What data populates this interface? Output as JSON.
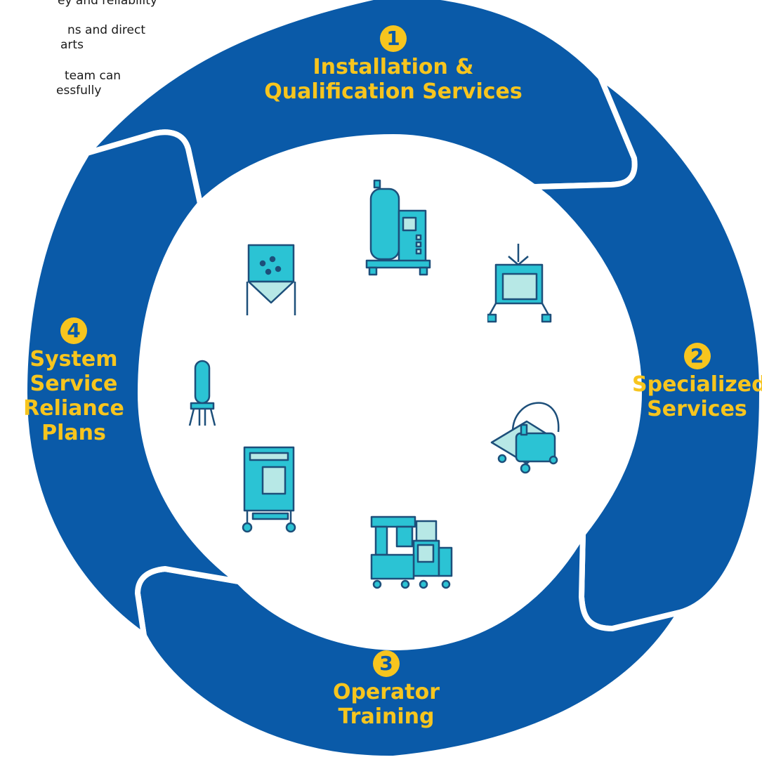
{
  "background_text": [
    "ey and reliability",
    "ns and direct",
    "arts",
    "team can",
    "essfully"
  ],
  "colors": {
    "ring": "#0a5aa8",
    "accent_yellow": "#f7c51e",
    "equipment_fill": "#2bc3d4",
    "equipment_line": "#1d4f7a"
  },
  "steps": [
    {
      "number": "1",
      "title_lines": [
        "Installation &",
        "Qualification Services"
      ]
    },
    {
      "number": "2",
      "title_lines": [
        "Specialized",
        "Services"
      ]
    },
    {
      "number": "3",
      "title_lines": [
        "Operator",
        "Training"
      ]
    },
    {
      "number": "4",
      "title_lines": [
        "System",
        "Service",
        "Reliance",
        "Plans"
      ]
    }
  ],
  "equipment_icons": [
    "bioreactor-tank-icon",
    "filtration-skid-icon",
    "filter-press-icon",
    "mixer-cart-icon",
    "chromatography-system-icon",
    "process-skid-icon",
    "column-filter-icon",
    "fermenter-vessel-icon"
  ]
}
